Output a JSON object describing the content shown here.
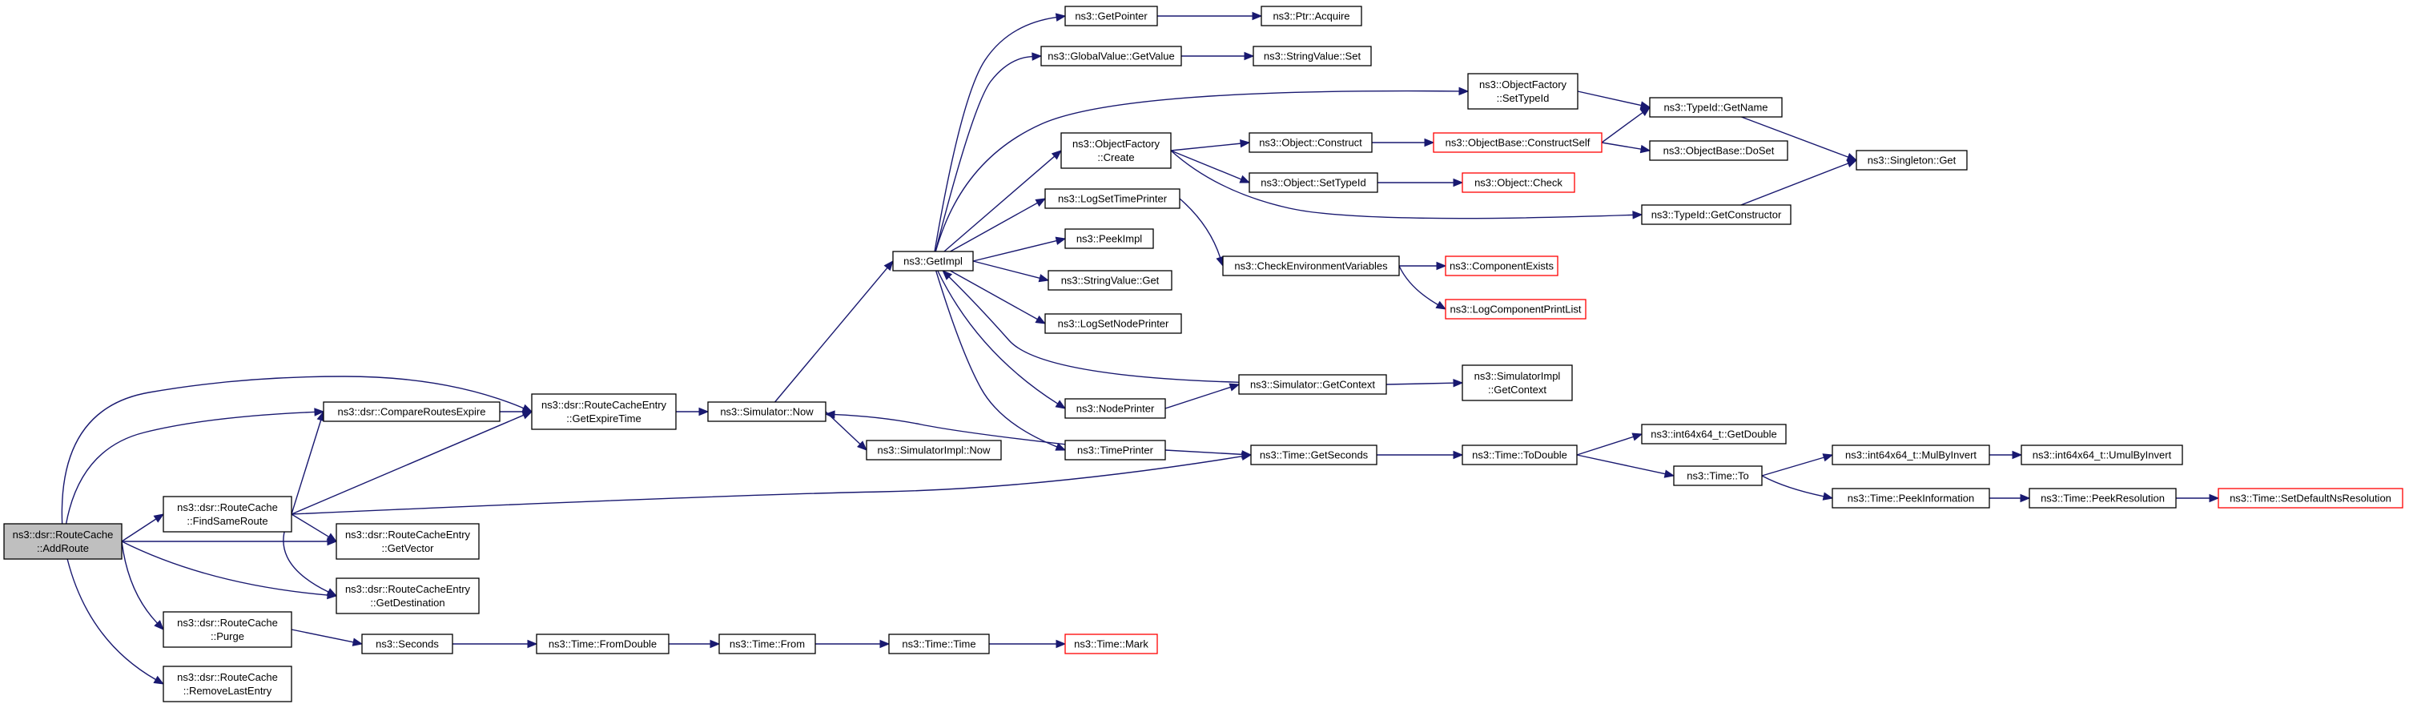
{
  "diagram": {
    "root": "AddRoute",
    "nodes": [
      {
        "id": "AddRoute",
        "lines": [
          "ns3::dsr::RouteCache",
          "::AddRoute"
        ],
        "style": "root"
      },
      {
        "id": "CompareRoutesExpire",
        "lines": [
          "ns3::dsr::CompareRoutesExpire"
        ]
      },
      {
        "id": "FindSameRoute",
        "lines": [
          "ns3::dsr::RouteCache",
          "::FindSameRoute"
        ]
      },
      {
        "id": "GetExpireTime",
        "lines": [
          "ns3::dsr::RouteCacheEntry",
          "::GetExpireTime"
        ]
      },
      {
        "id": "GetVector",
        "lines": [
          "ns3::dsr::RouteCacheEntry",
          "::GetVector"
        ]
      },
      {
        "id": "GetDestination",
        "lines": [
          "ns3::dsr::RouteCacheEntry",
          "::GetDestination"
        ]
      },
      {
        "id": "Purge",
        "lines": [
          "ns3::dsr::RouteCache",
          "::Purge"
        ]
      },
      {
        "id": "RemoveLastEntry",
        "lines": [
          "ns3::dsr::RouteCache",
          "::RemoveLastEntry"
        ]
      },
      {
        "id": "SimulatorNow",
        "lines": [
          "ns3::Simulator::Now"
        ]
      },
      {
        "id": "SimulatorImplNow",
        "lines": [
          "ns3::SimulatorImpl::Now"
        ]
      },
      {
        "id": "GetImpl",
        "lines": [
          "ns3::GetImpl"
        ]
      },
      {
        "id": "GetPointer",
        "lines": [
          "ns3::GetPointer"
        ]
      },
      {
        "id": "PtrAcquire",
        "lines": [
          "ns3::Ptr::Acquire"
        ]
      },
      {
        "id": "GlobalValueGetValue",
        "lines": [
          "ns3::GlobalValue::GetValue"
        ]
      },
      {
        "id": "StringValueSet",
        "lines": [
          "ns3::StringValue::Set"
        ]
      },
      {
        "id": "ObjectFactorySetTypeId",
        "lines": [
          "ns3::ObjectFactory",
          "::SetTypeId"
        ]
      },
      {
        "id": "TypeIdGetName",
        "lines": [
          "ns3::TypeId::GetName"
        ]
      },
      {
        "id": "SingletonGet",
        "lines": [
          "ns3::Singleton::Get"
        ]
      },
      {
        "id": "ObjectFactoryCreate",
        "lines": [
          "ns3::ObjectFactory",
          "::Create"
        ]
      },
      {
        "id": "ObjectConstruct",
        "lines": [
          "ns3::Object::Construct"
        ]
      },
      {
        "id": "ObjectBaseConstructSelf",
        "lines": [
          "ns3::ObjectBase::ConstructSelf"
        ],
        "style": "truncated"
      },
      {
        "id": "ObjectBaseDoSet",
        "lines": [
          "ns3::ObjectBase::DoSet"
        ]
      },
      {
        "id": "ObjectSetTypeId",
        "lines": [
          "ns3::Object::SetTypeId"
        ]
      },
      {
        "id": "ObjectCheck",
        "lines": [
          "ns3::Object::Check"
        ],
        "style": "truncated"
      },
      {
        "id": "TypeIdGetConstructor",
        "lines": [
          "ns3::TypeId::GetConstructor"
        ]
      },
      {
        "id": "LogSetTimePrinter",
        "lines": [
          "ns3::LogSetTimePrinter"
        ]
      },
      {
        "id": "PeekImpl",
        "lines": [
          "ns3::PeekImpl"
        ]
      },
      {
        "id": "StringValueGet",
        "lines": [
          "ns3::StringValue::Get"
        ]
      },
      {
        "id": "LogSetNodePrinter",
        "lines": [
          "ns3::LogSetNodePrinter"
        ]
      },
      {
        "id": "CheckEnvironmentVariables",
        "lines": [
          "ns3::CheckEnvironmentVariables"
        ]
      },
      {
        "id": "ComponentExists",
        "lines": [
          "ns3::ComponentExists"
        ],
        "style": "truncated"
      },
      {
        "id": "LogComponentPrintList",
        "lines": [
          "ns3::LogComponentPrintList"
        ],
        "style": "truncated"
      },
      {
        "id": "NodePrinter",
        "lines": [
          "ns3::NodePrinter"
        ]
      },
      {
        "id": "SimulatorGetContext",
        "lines": [
          "ns3::Simulator::GetContext"
        ]
      },
      {
        "id": "SimulatorImplGetContext",
        "lines": [
          "ns3::SimulatorImpl",
          "::GetContext"
        ]
      },
      {
        "id": "TimePrinter",
        "lines": [
          "ns3::TimePrinter"
        ]
      },
      {
        "id": "TimeGetSeconds",
        "lines": [
          "ns3::Time::GetSeconds"
        ]
      },
      {
        "id": "TimeToDouble",
        "lines": [
          "ns3::Time::ToDouble"
        ]
      },
      {
        "id": "int64GetDouble",
        "lines": [
          "ns3::int64x64_t::GetDouble"
        ]
      },
      {
        "id": "TimeTo",
        "lines": [
          "ns3::Time::To"
        ]
      },
      {
        "id": "int64MulByInvert",
        "lines": [
          "ns3::int64x64_t::MulByInvert"
        ]
      },
      {
        "id": "int64UmulByInvert",
        "lines": [
          "ns3::int64x64_t::UmulByInvert"
        ]
      },
      {
        "id": "TimePeekInformation",
        "lines": [
          "ns3::Time::PeekInformation"
        ]
      },
      {
        "id": "TimePeekResolution",
        "lines": [
          "ns3::Time::PeekResolution"
        ]
      },
      {
        "id": "TimeSetDefaultNsResolution",
        "lines": [
          "ns3::Time::SetDefaultNsResolution"
        ],
        "style": "truncated"
      },
      {
        "id": "Seconds",
        "lines": [
          "ns3::Seconds"
        ]
      },
      {
        "id": "TimeFromDouble",
        "lines": [
          "ns3::Time::FromDouble"
        ]
      },
      {
        "id": "TimeFrom",
        "lines": [
          "ns3::Time::From"
        ]
      },
      {
        "id": "TimeTime",
        "lines": [
          "ns3::Time::Time"
        ]
      },
      {
        "id": "TimeMark",
        "lines": [
          "ns3::Time::Mark"
        ],
        "style": "truncated"
      }
    ],
    "edges": [
      [
        "AddRoute",
        "CompareRoutesExpire"
      ],
      [
        "AddRoute",
        "GetExpireTime"
      ],
      [
        "AddRoute",
        "FindSameRoute"
      ],
      [
        "AddRoute",
        "GetVector"
      ],
      [
        "AddRoute",
        "GetDestination"
      ],
      [
        "AddRoute",
        "Purge"
      ],
      [
        "AddRoute",
        "RemoveLastEntry"
      ],
      [
        "CompareRoutesExpire",
        "GetExpireTime"
      ],
      [
        "FindSameRoute",
        "CompareRoutesExpire"
      ],
      [
        "FindSameRoute",
        "GetExpireTime"
      ],
      [
        "FindSameRoute",
        "GetVector"
      ],
      [
        "FindSameRoute",
        "GetDestination"
      ],
      [
        "FindSameRoute",
        "TimeGetSeconds"
      ],
      [
        "GetExpireTime",
        "SimulatorNow"
      ],
      [
        "SimulatorNow",
        "GetImpl"
      ],
      [
        "SimulatorNow",
        "SimulatorImplNow"
      ],
      [
        "GetImpl",
        "GetPointer"
      ],
      [
        "GetImpl",
        "GlobalValueGetValue"
      ],
      [
        "GetImpl",
        "ObjectFactorySetTypeId"
      ],
      [
        "GetImpl",
        "ObjectFactoryCreate"
      ],
      [
        "GetImpl",
        "LogSetTimePrinter"
      ],
      [
        "GetImpl",
        "PeekImpl"
      ],
      [
        "GetImpl",
        "StringValueGet"
      ],
      [
        "GetImpl",
        "LogSetNodePrinter"
      ],
      [
        "GetImpl",
        "NodePrinter"
      ],
      [
        "GetImpl",
        "TimePrinter"
      ],
      [
        "GetPointer",
        "PtrAcquire"
      ],
      [
        "GlobalValueGetValue",
        "StringValueSet"
      ],
      [
        "ObjectFactorySetTypeId",
        "TypeIdGetName"
      ],
      [
        "TypeIdGetName",
        "SingletonGet"
      ],
      [
        "ObjectFactoryCreate",
        "ObjectConstruct"
      ],
      [
        "ObjectFactoryCreate",
        "ObjectSetTypeId"
      ],
      [
        "ObjectFactoryCreate",
        "TypeIdGetConstructor"
      ],
      [
        "ObjectConstruct",
        "ObjectBaseConstructSelf"
      ],
      [
        "ObjectBaseConstructSelf",
        "TypeIdGetName"
      ],
      [
        "ObjectBaseConstructSelf",
        "ObjectBaseDoSet"
      ],
      [
        "ObjectSetTypeId",
        "ObjectCheck"
      ],
      [
        "TypeIdGetConstructor",
        "SingletonGet"
      ],
      [
        "LogSetTimePrinter",
        "CheckEnvironmentVariables"
      ],
      [
        "CheckEnvironmentVariables",
        "ComponentExists"
      ],
      [
        "CheckEnvironmentVariables",
        "LogComponentPrintList"
      ],
      [
        "NodePrinter",
        "SimulatorGetContext"
      ],
      [
        "SimulatorGetContext",
        "GetImpl"
      ],
      [
        "SimulatorGetContext",
        "SimulatorImplGetContext"
      ],
      [
        "TimePrinter",
        "SimulatorNow"
      ],
      [
        "TimePrinter",
        "TimeGetSeconds"
      ],
      [
        "TimeGetSeconds",
        "TimeToDouble"
      ],
      [
        "TimeToDouble",
        "int64GetDouble"
      ],
      [
        "TimeToDouble",
        "TimeTo"
      ],
      [
        "TimeTo",
        "int64MulByInvert"
      ],
      [
        "TimeTo",
        "TimePeekInformation"
      ],
      [
        "int64MulByInvert",
        "int64UmulByInvert"
      ],
      [
        "TimePeekInformation",
        "TimePeekResolution"
      ],
      [
        "TimePeekResolution",
        "TimeSetDefaultNsResolution"
      ],
      [
        "Purge",
        "Seconds"
      ],
      [
        "Seconds",
        "TimeFromDouble"
      ],
      [
        "TimeFromDouble",
        "TimeFrom"
      ],
      [
        "TimeFrom",
        "TimeTime"
      ],
      [
        "TimeTime",
        "TimeMark"
      ]
    ]
  }
}
